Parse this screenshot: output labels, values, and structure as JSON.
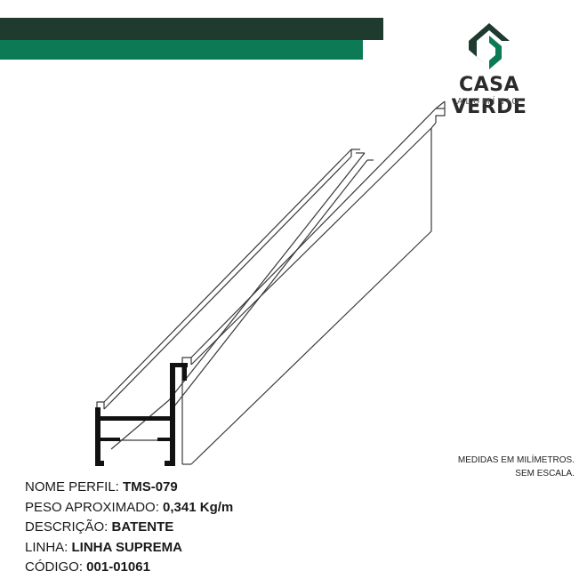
{
  "brand": {
    "name": "CASA VERDE",
    "subtitle": "ALUMÍNIO",
    "logo_icon": "casa-verde-logo-icon",
    "colors": {
      "dark": "#1f3a2e",
      "green": "#0b7a55"
    }
  },
  "note": {
    "line1": "MEDIDAS EM MILÍMETROS.",
    "line2": "SEM ESCALA."
  },
  "specs": {
    "nome_label": "NOME PERFIL: ",
    "nome_value": "TMS-079",
    "peso_label": "PESO APROXIMADO: ",
    "peso_value": "0,341 Kg/m",
    "descricao_label": "DESCRIÇÃO: ",
    "descricao_value": "BATENTE",
    "linha_label": "LINHA: ",
    "linha_value": "LINHA SUPREMA",
    "codigo_label": "CÓDIGO: ",
    "codigo_value": "001-01061"
  }
}
